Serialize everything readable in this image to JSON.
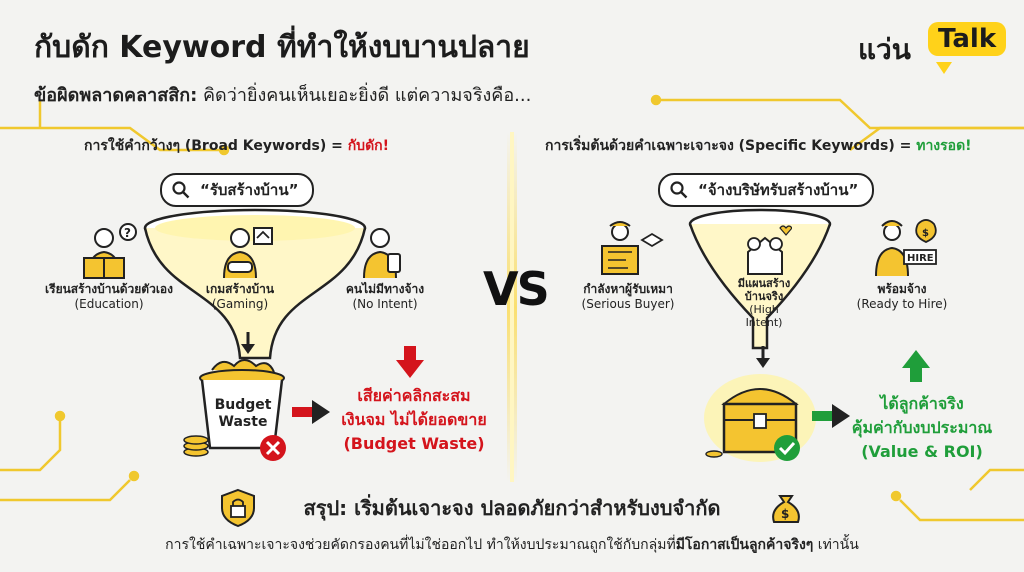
{
  "header": {
    "title": "กับดัก Keyword ที่ทำให้งบบานปลาย",
    "subtitle_bold": "ข้อผิดพลาดคลาสสิก:",
    "subtitle_rest": " คิดว่ายิ่งคนเห็นเยอะยิ่งดี แต่ความจริงคือ..."
  },
  "logo": {
    "prefix": "แว่น",
    "badge": "Talk"
  },
  "left": {
    "title_prefix": "การใช้คำกว้างๆ (Broad Keywords) = ",
    "title_accent": "กับดัก!",
    "search": "“รับสร้างบ้าน”",
    "audiences": [
      {
        "th": "เรียนสร้างบ้านด้วยตัวเอง",
        "en": "(Education)"
      },
      {
        "th": "เกมสร้างบ้าน",
        "en": "(Gaming)"
      },
      {
        "th": "คนไม่มีทางจ้าง",
        "en": "(No Intent)"
      }
    ],
    "bin_label_1": "Budget",
    "bin_label_2": "Waste",
    "result_1": "เสียค่าคลิกสะสม",
    "result_2": "เงินจม ไม่ได้ยอดขาย",
    "result_3": "(Budget Waste)"
  },
  "vs_label": "VS",
  "right": {
    "title_prefix": "การเริ่มต้นด้วยคำเฉพาะเจาะจง (Specific Keywords) = ",
    "title_accent": "ทางรอด!",
    "search": "“จ้างบริษัทรับสร้างบ้าน”",
    "audiences": [
      {
        "th": "กำลังหาผู้รับเหมา",
        "en": "(Serious Buyer)"
      },
      {
        "th": "มีแผนสร้าง",
        "th2": "บ้านจริง",
        "en": "(High",
        "en2": "Intent)"
      },
      {
        "th": "พร้อมจ้าง",
        "en": "(Ready to Hire)"
      }
    ],
    "hire_tag": "HIRE",
    "result_1": "ได้ลูกค้าจริง",
    "result_2": "คุ้มค่ากับงบประมาณ",
    "result_3": "(Value & ROI)"
  },
  "summary": {
    "headline": "สรุป: เริ่มต้นเจาะจง ปลอดภัยกว่าสำหรับงบจำกัด",
    "detail_prefix": "การใช้คำเฉพาะเจาะจงช่วยคัดกรองคนที่ไม่ใช่ออกไป ทำให้งบประมาณถูกใช้กับกลุ่มที่",
    "detail_bold": "มีโอกาสเป็นลูกค้าจริงๆ",
    "detail_suffix": " เท่านั้น"
  },
  "colors": {
    "accent_yellow": "#ffd21a",
    "red": "#d4141c",
    "green": "#1f9e3a",
    "background": "#f3f3f1"
  }
}
